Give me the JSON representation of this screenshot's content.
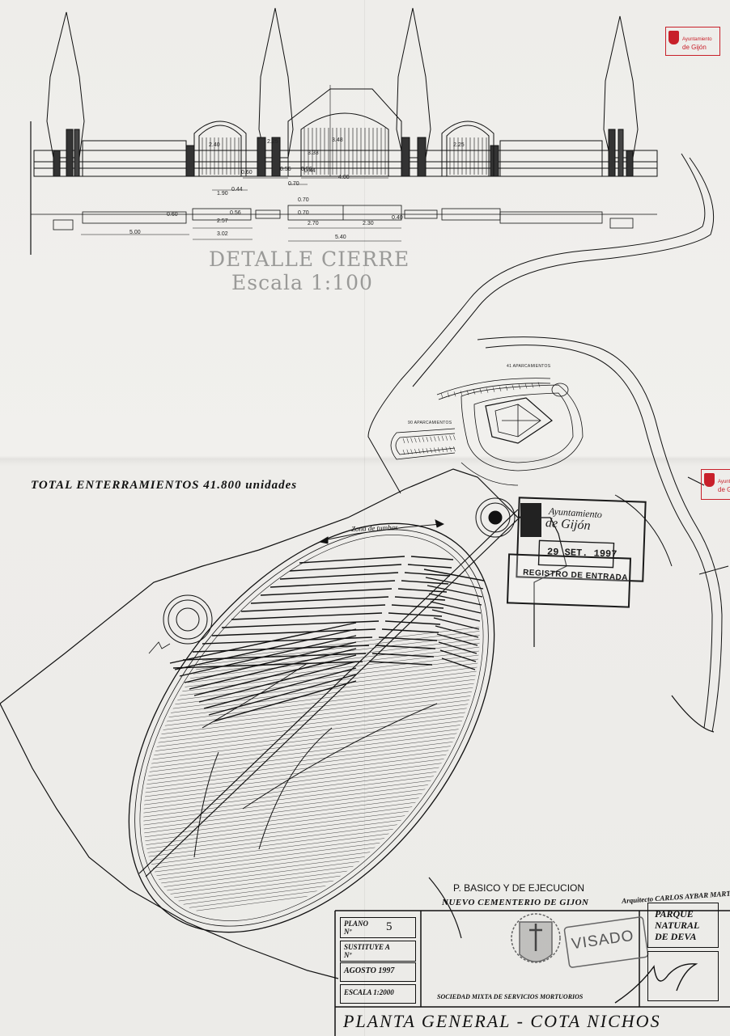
{
  "detail": {
    "title": "DETALLE CIERRE",
    "scale": "Escala 1:100",
    "dimensions": [
      "0.60",
      "0.44",
      "0.56",
      "4.00",
      "0.70",
      "1.90",
      "0.44",
      "0.56",
      "0.70",
      "0.60",
      "0.56",
      "0.70",
      "0.40",
      "2.57",
      "2.70",
      "2.30",
      "5.00",
      "3.02",
      "5.40",
      "2.40",
      "3.33",
      "3.48",
      "2.25",
      "2.25"
    ]
  },
  "plan": {
    "total_text": "TOTAL ENTERRAMIENTOS 41.800 unidades",
    "parking_41": "41 APARCAMIENTOS",
    "parking_90": "90 APARCAMIENTOS",
    "zone_label": "Zona de tumbas"
  },
  "title_block": {
    "project_line1": "P. BASICO Y DE EJECUCION",
    "project_line2": "NUEVO CEMENTERIO DE GIJON",
    "architect": "Arquitecto CARLOS AYBAR MARTIN",
    "plano_label": "PLANO Nº",
    "plano_number": "5",
    "sustituye_label": "SUSTITUYE A Nº",
    "date": "AGOSTO 1997",
    "scale": "ESCALA 1:2000",
    "location_line1": "PARQUE",
    "location_line2": "NATURAL",
    "location_line3": "DE DEVA",
    "society": "SOCIEDAD MIXTA DE SERVICIOS MORTUORIOS",
    "sheet_title": "PLANTA GENERAL - COTA NICHOS",
    "visado": "VISADO"
  },
  "stamps": {
    "registro_line1": "Ayuntamiento",
    "registro_line2": "de Gijón",
    "registro_date": "29 SET. 1997",
    "registro_label": "REGISTRO DE ENTRADA",
    "red_line1": "Ayuntamiento",
    "red_line2": "de Gijón"
  },
  "colors": {
    "ink": "#111111",
    "faint_ink": "#9a9a98",
    "red_stamp": "#c8202a",
    "paper": "#eeedea"
  }
}
